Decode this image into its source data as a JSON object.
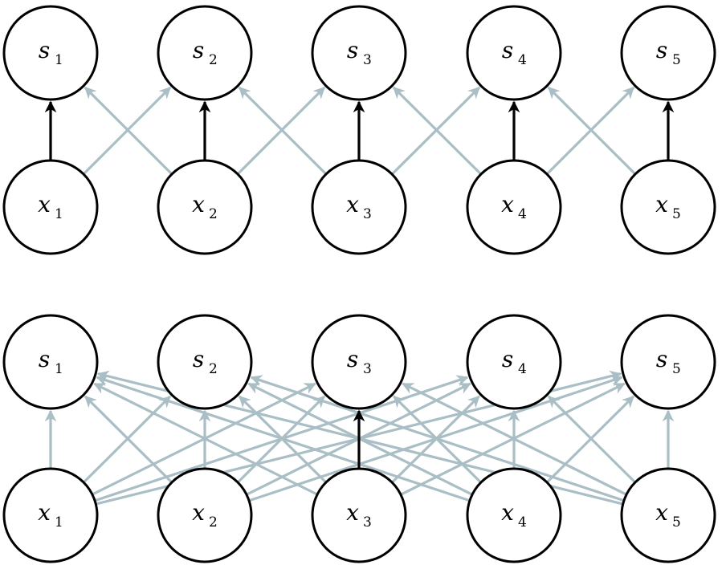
{
  "colors": {
    "sparse_edge": "#000000",
    "dense_edge": "#a9bec5",
    "node_stroke": "#000000"
  },
  "panels": [
    {
      "id": "sparse",
      "outputs": [
        {
          "letter": "s",
          "sub": "1"
        },
        {
          "letter": "s",
          "sub": "2"
        },
        {
          "letter": "s",
          "sub": "3"
        },
        {
          "letter": "s",
          "sub": "4"
        },
        {
          "letter": "s",
          "sub": "5"
        }
      ],
      "inputs": [
        {
          "letter": "x",
          "sub": "1"
        },
        {
          "letter": "x",
          "sub": "2"
        },
        {
          "letter": "x",
          "sub": "3"
        },
        {
          "letter": "x",
          "sub": "4"
        },
        {
          "letter": "x",
          "sub": "5"
        }
      ],
      "highlight": "vertical",
      "connectivity": "neighbors"
    },
    {
      "id": "dense",
      "outputs": [
        {
          "letter": "s",
          "sub": "1"
        },
        {
          "letter": "s",
          "sub": "2"
        },
        {
          "letter": "s",
          "sub": "3"
        },
        {
          "letter": "s",
          "sub": "4"
        },
        {
          "letter": "s",
          "sub": "5"
        }
      ],
      "inputs": [
        {
          "letter": "x",
          "sub": "1"
        },
        {
          "letter": "x",
          "sub": "2"
        },
        {
          "letter": "x",
          "sub": "3"
        },
        {
          "letter": "x",
          "sub": "4"
        },
        {
          "letter": "x",
          "sub": "5"
        }
      ],
      "highlight": "x3-to-s3",
      "connectivity": "all"
    }
  ]
}
